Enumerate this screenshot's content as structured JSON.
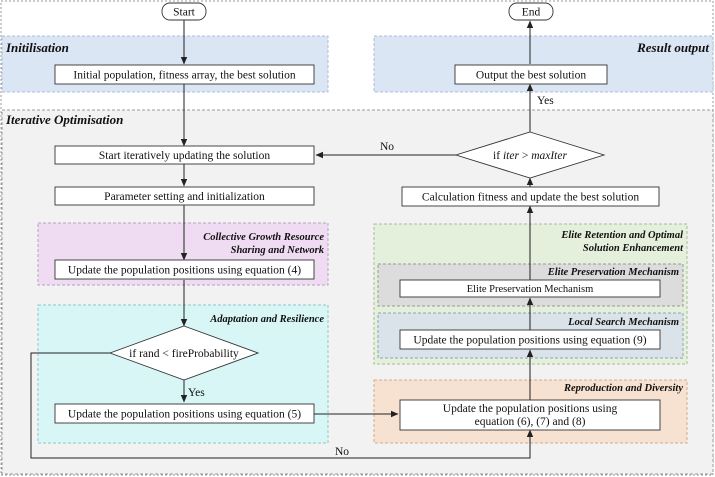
{
  "colors": {
    "init_bg": "#dbe6f4",
    "result_bg": "#dbe6f4",
    "iter_bg": "#f2f2f2",
    "growth_bg": "#efdcf2",
    "adapt_bg": "#d8f6f6",
    "elite_group_bg": "#e4efdc",
    "elite_sub_bg": "#dcdcdc",
    "local_sub_bg": "#dbe3ea",
    "repro_bg": "#f7e1d0"
  },
  "regions": {
    "init": "Initilisation",
    "result": "Result output",
    "iter": "Iterative Optimisation",
    "growth": [
      "Collective Growth Resource",
      "Sharing and Network"
    ],
    "adapt": "Adaptation and Resilience",
    "elite_group": [
      "Elite Retention and Optimal",
      "Solution Enhancement"
    ],
    "elite_sub": "Elite Preservation Mechanism",
    "local_sub": "Local Search Mechanism",
    "repro": "Reproduction and Diversity"
  },
  "nodes": {
    "start": "Start",
    "end": "End",
    "init_pop": "Initial population, fitness array, the best solution",
    "output": "Output the best solution",
    "iter_update": "Start iteratively updating the solution",
    "param": "Parameter setting and initialization",
    "update4": "Update the population positions using equation (4)",
    "decision_fire": "if rand < fireProbability",
    "update5": "Update the population positions using equation (5)",
    "repro_update": [
      "Update the population positions using",
      "equation (6), (7) and (8)"
    ],
    "local_update": "Update the population positions using equation (9)",
    "elite_box": "Elite Preservation Mechanism",
    "calc": "Calculation fitness and update the best solution",
    "decision_iter": {
      "prefix": "if ",
      "a": "iter",
      "op": " > ",
      "b": "maxIter"
    }
  },
  "edges": {
    "yes_top": "Yes",
    "no_top": "No",
    "yes_fire": "Yes",
    "no_fire": "No"
  }
}
